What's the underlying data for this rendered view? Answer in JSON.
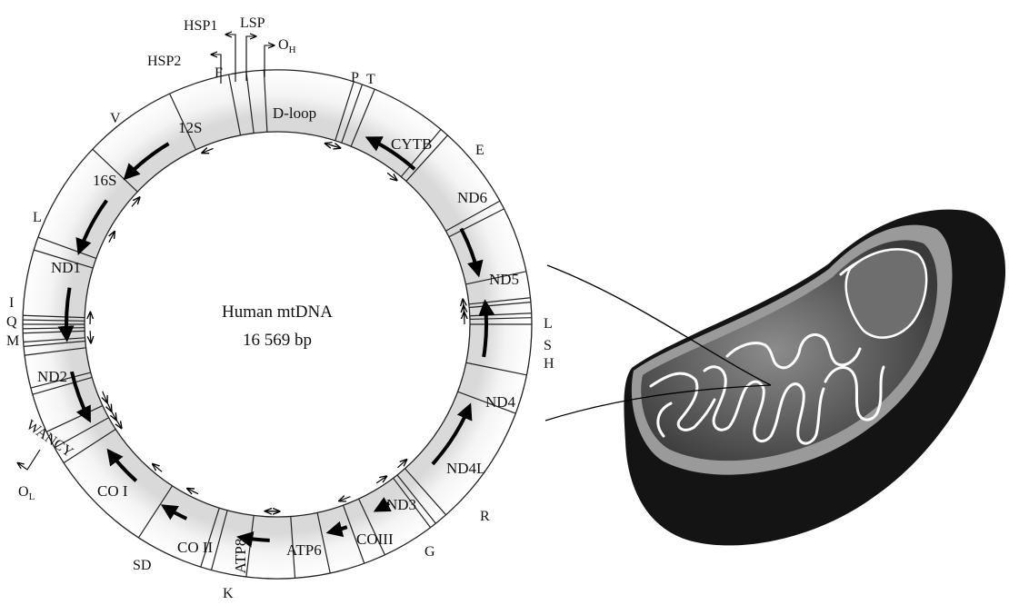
{
  "diagram": {
    "center_title": "Human mtDNA",
    "center_subtitle": "16 569 bp",
    "colors": {
      "ring_fill": "#f1f1f1",
      "ring_stroke": "#222222",
      "arrow": "#000000",
      "mito_outer": "#141414",
      "mito_membrane": "#8a8a8a",
      "mito_matrix": "#4a4a4a",
      "mito_cristae": "#ffffff"
    },
    "genes": [
      {
        "id": "d-loop",
        "label": "D-loop"
      },
      {
        "id": "cytb",
        "label": "CYTB"
      },
      {
        "id": "nd6",
        "label": "ND6"
      },
      {
        "id": "nd5",
        "label": "ND5"
      },
      {
        "id": "nd4",
        "label": "ND4"
      },
      {
        "id": "nd4l",
        "label": "ND4L"
      },
      {
        "id": "nd3",
        "label": "ND3"
      },
      {
        "id": "co3",
        "label": "COIII"
      },
      {
        "id": "atp6",
        "label": "ATP6"
      },
      {
        "id": "atp8",
        "label": "ATP8"
      },
      {
        "id": "co2",
        "label": "CO II"
      },
      {
        "id": "co1",
        "label": "CO I"
      },
      {
        "id": "nd2",
        "label": "ND2"
      },
      {
        "id": "nd1",
        "label": "ND1"
      },
      {
        "id": "16s",
        "label": "16S"
      },
      {
        "id": "12s",
        "label": "12S"
      }
    ],
    "trnas": [
      {
        "id": "trna-f",
        "label": "F"
      },
      {
        "id": "trna-v",
        "label": "V"
      },
      {
        "id": "trna-l1",
        "label": "L"
      },
      {
        "id": "trna-i",
        "label": "I"
      },
      {
        "id": "trna-q",
        "label": "Q"
      },
      {
        "id": "trna-m",
        "label": "M"
      },
      {
        "id": "trna-wancy",
        "label": "WANCY"
      },
      {
        "id": "trna-sd",
        "label": "SD"
      },
      {
        "id": "trna-k",
        "label": "K"
      },
      {
        "id": "trna-g",
        "label": "G"
      },
      {
        "id": "trna-r",
        "label": "R"
      },
      {
        "id": "trna-h",
        "label": "H"
      },
      {
        "id": "trna-s",
        "label": "S"
      },
      {
        "id": "trna-l2",
        "label": "L"
      },
      {
        "id": "trna-e",
        "label": "E"
      },
      {
        "id": "trna-t",
        "label": "T"
      },
      {
        "id": "trna-p",
        "label": "P"
      }
    ],
    "origins": {
      "hsp1": "HSP1",
      "hsp2": "HSP2",
      "lsp": "LSP",
      "oh": "O",
      "oh_sub": "H",
      "ol": "O",
      "ol_sub": "L"
    }
  }
}
